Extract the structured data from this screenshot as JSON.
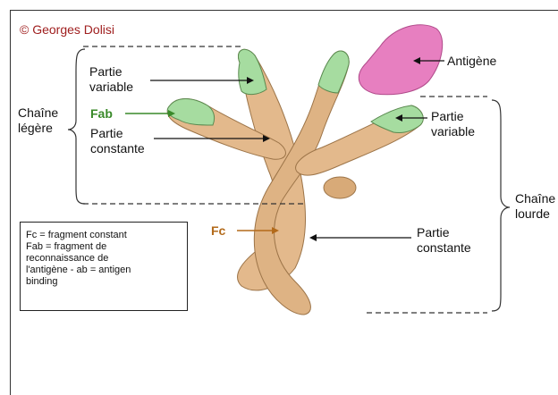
{
  "copyright": "© Georges Dolisi",
  "labels": {
    "partie_variable_left": "Partie\nvariable",
    "fab": "Fab",
    "partie_constante_left": "Partie\nconstante",
    "chaine_legere": "Chaîne\nlégère",
    "antigene": "Antigène",
    "partie_variable_right": "Partie\nvariable",
    "chaine_lourde": "Chaîne\nlourde",
    "fc": "Fc",
    "partie_constante_right": "Partie\nconstante"
  },
  "legend": {
    "text": "Fc = fragment constant\nFab = fragment de\nreconnaissance de\nl'antigène - ab = antigen\nbinding"
  },
  "colors": {
    "antibody": "#e3b98c",
    "variable": "#a6dca0",
    "antigen": "#e77fc0",
    "fab": "#3a8a2a",
    "fc": "#b36a1a",
    "copyright": "#a02020"
  }
}
